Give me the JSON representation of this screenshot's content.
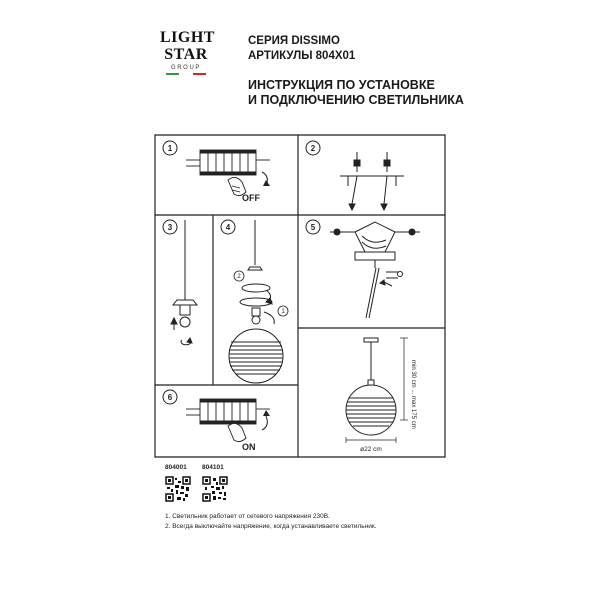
{
  "brand": {
    "line1": "LIGHT",
    "line2": "STAR",
    "line3": "GROUP",
    "flag_colors": [
      "#2e9b3e",
      "#ffffff",
      "#d8232a"
    ]
  },
  "header": {
    "series": "СЕРИЯ DISSIMO",
    "article": "АРТИКУЛЫ 804X01",
    "title_line1": "ИНСТРУКЦИЯ ПО УСТАНОВКЕ",
    "title_line2": "И ПОДКЛЮЧЕНИЮ СВЕТИЛЬНИКА"
  },
  "steps": {
    "s1": "1",
    "s2": "2",
    "s3": "3",
    "s4": "4",
    "s5": "5",
    "s6": "6"
  },
  "labels": {
    "off": "OFF",
    "on": "ON",
    "sub1": "1",
    "sub2": "2",
    "dimension_height": "min 30 cm ... max 175 cm",
    "dimension_diameter": "ø22 cm"
  },
  "codes": [
    "804001",
    "804101"
  ],
  "notes": [
    "1. Светильник работает от сетевого напряжения 230В.",
    "2. Всегда выключайте напряжение, когда устанавливаете светильник."
  ]
}
